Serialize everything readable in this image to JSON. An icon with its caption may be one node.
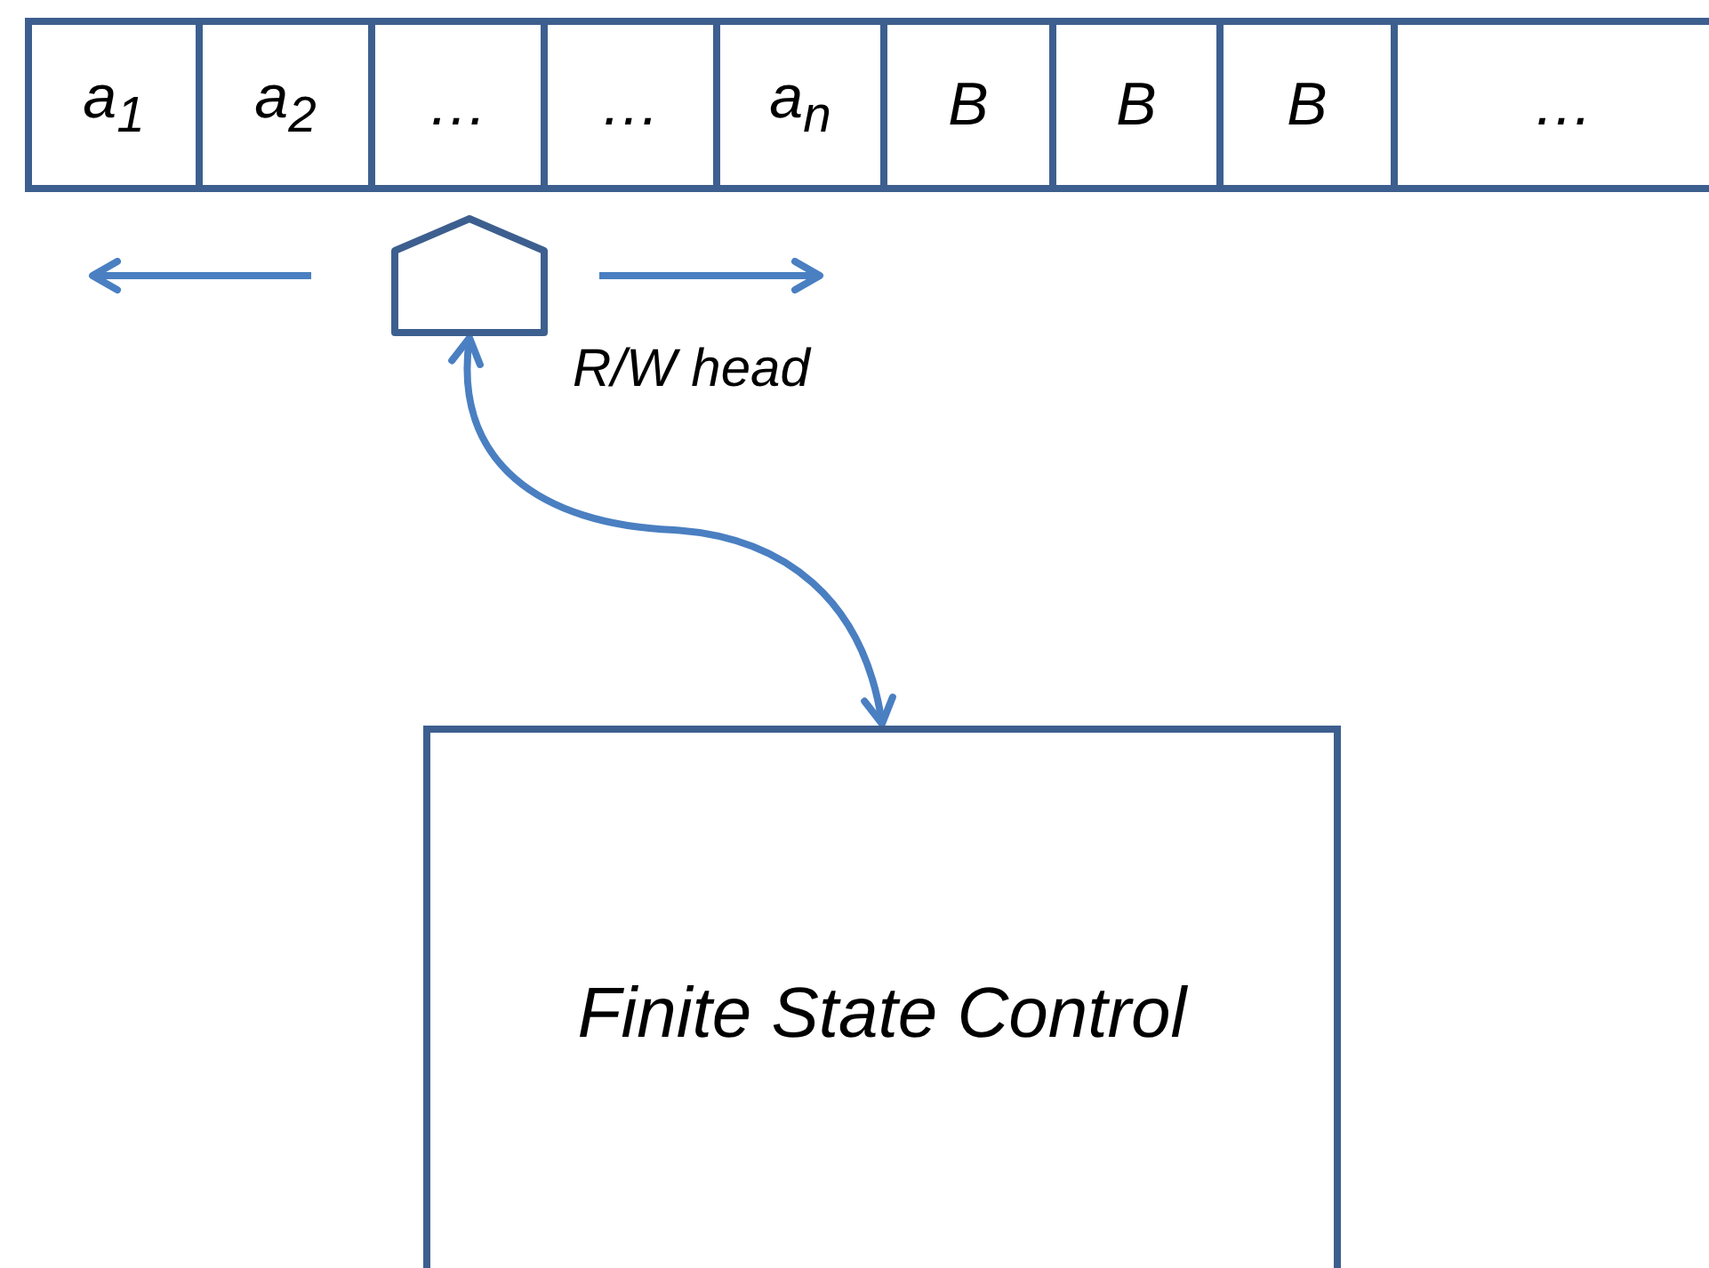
{
  "diagram": {
    "nodes": [
      {
        "text": [
          "a$_{1}$"
        ]
      },
      {
        "text": [
          "a$_{2}$"
        ]
      },
      {
        "text": [
          "…"
        ]
      },
      {
        "text": [
          "…"
        ]
      },
      {
        "text": [
          "a$_{n}$"
        ]
      },
      {
        "text": [
          "B"
        ]
      },
      {
        "text": [
          "B"
        ]
      },
      {
        "text": [
          "B"
        ]
      },
      {
        "text": [
          "…"
        ]
      },
      {
        "text": [],
        "shape": "pentagon",
        "beside": [
          "R/W head"
        ]
      },
      {
        "text": [
          "Finite State Control"
        ]
      }
    ],
    "edges": [
      {
        "from": 9,
        "to": 10,
        "arrow": "both"
      }
    ]
  }
}
